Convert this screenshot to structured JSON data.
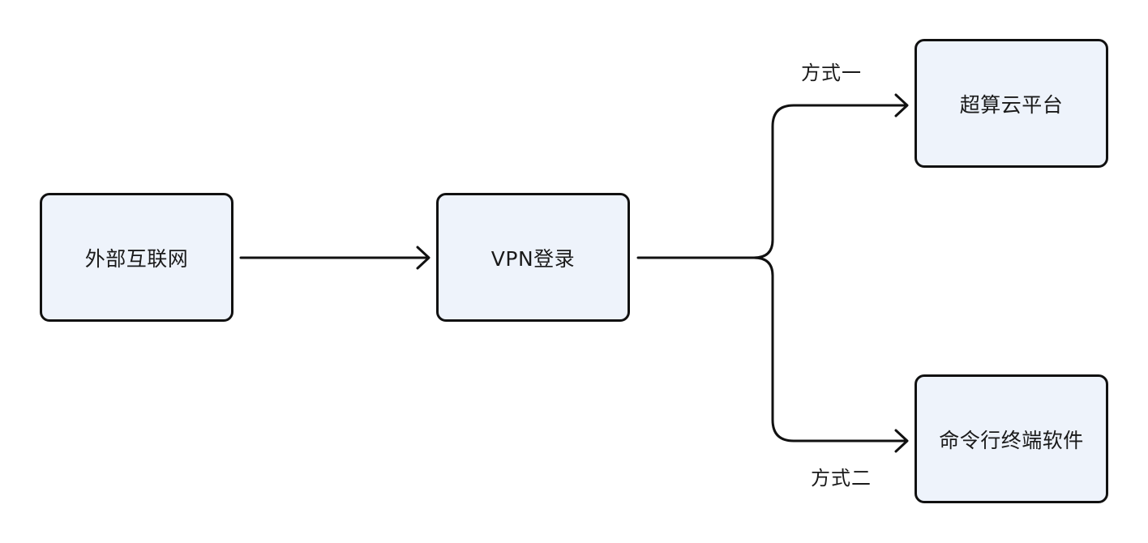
{
  "nodes": {
    "external": {
      "label": "外部互联网"
    },
    "vpn": {
      "label": "VPN登录"
    },
    "cloud": {
      "label": "超算云平台"
    },
    "cli": {
      "label": "命令行终端软件"
    }
  },
  "edges": {
    "method_1": {
      "label": "方式一"
    },
    "method_2": {
      "label": "方式二"
    }
  },
  "colors": {
    "node_fill": "#eef3fb",
    "stroke": "#111111",
    "text": "#1a1a1a"
  }
}
